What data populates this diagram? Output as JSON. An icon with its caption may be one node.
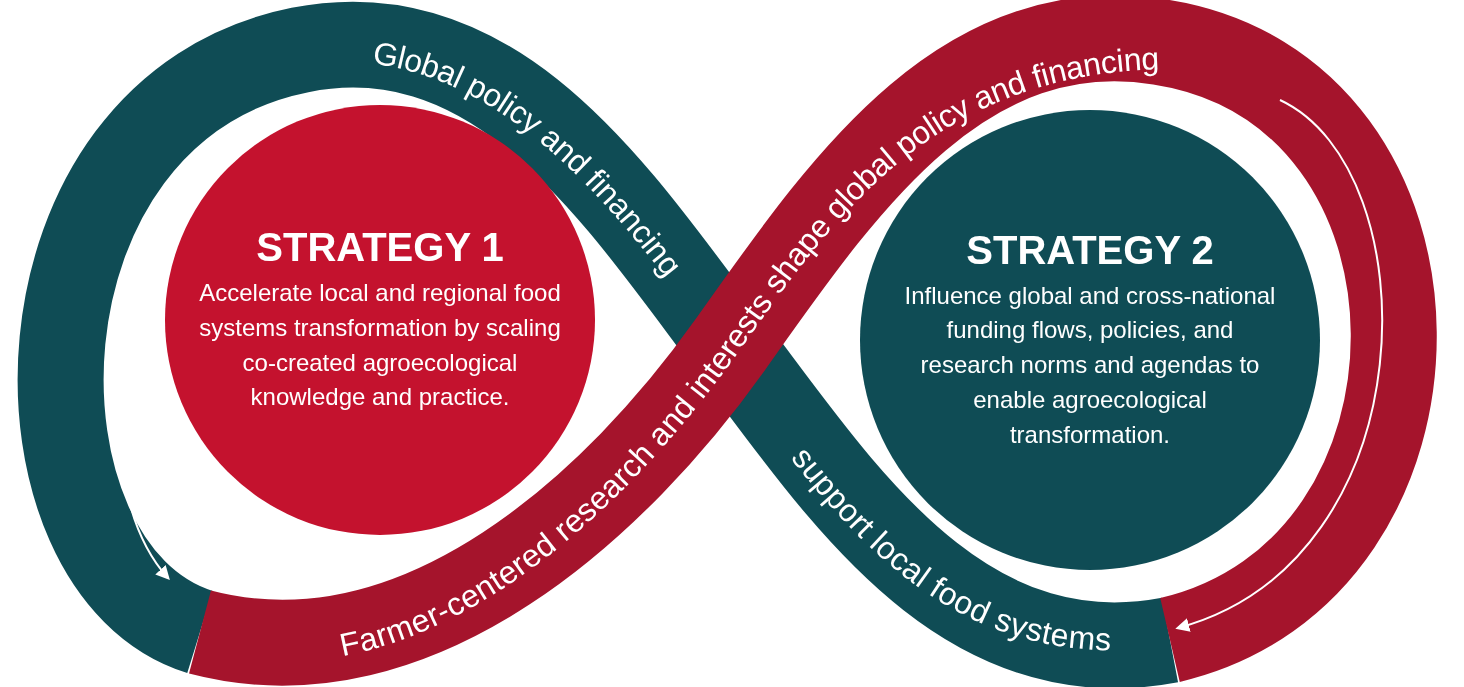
{
  "diagram": {
    "nodes": [
      {
        "text": [
          "STRATEGY 1",
          "Accelerate local and regional food systems transformation by scaling co-created agroecological knowledge and practice."
        ]
      },
      {
        "text": [
          "STRATEGY 2",
          "Influence global and cross-national funding flows, policies, and research norms and agendas to enable agroecological transformation."
        ]
      }
    ],
    "labels": [
      "Global policy and financing",
      "Farmer-centered research and interests shape global policy and financing",
      "support local food systems"
    ]
  }
}
